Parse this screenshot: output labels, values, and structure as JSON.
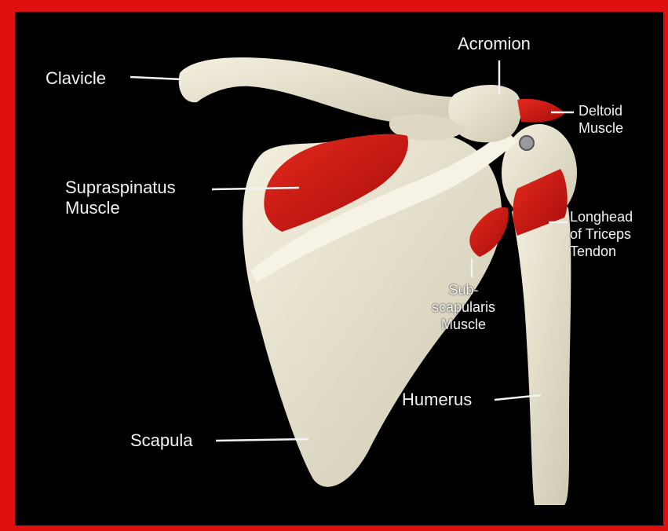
{
  "colors": {
    "outer_border": "#1a2fb0",
    "inner_border": "#e01010",
    "background": "#000000",
    "bone": "#ece8d4",
    "muscle": "#d01212",
    "label_text": "#f2f2f2"
  },
  "labels": {
    "clavicle": "Clavicle",
    "acromion": "Acromion",
    "deltoid": "Deltoid\nMuscle",
    "supraspinatus": "Supraspinatus\nMuscle",
    "longhead_triceps": "Longhead\nof Triceps\nTendon",
    "subscapularis": "Sub-\nscapularis\nMuscle",
    "humerus": "Humerus",
    "scapula": "Scapula"
  }
}
